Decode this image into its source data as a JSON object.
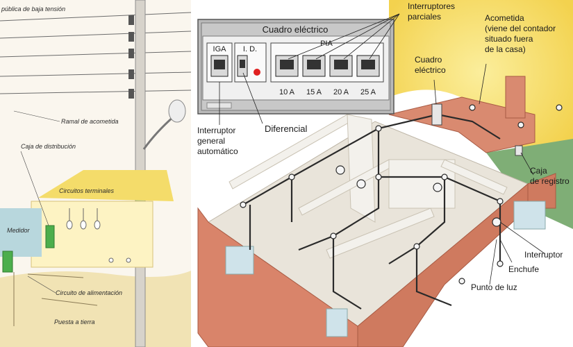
{
  "left_panel": {
    "label_top": "pública de baja tensión",
    "ramal": "Ramal de acometida",
    "caja_distribucion": "Caja de distribución",
    "circuitos": "Circuitos terminales",
    "medidor": "Medidor",
    "circuito_alimentacion": "Circuito de alimentación",
    "puesta_tierra": "Puesta a tierra"
  },
  "panel_box": {
    "title": "Cuadro eléctrico",
    "iga": "IGA",
    "id": "I. D.",
    "pia": "PIA",
    "amps": [
      "10 A",
      "15 A",
      "20 A",
      "25 A"
    ]
  },
  "callouts": {
    "interruptores_parciales": [
      "Interruptores",
      "parciales"
    ],
    "acometida": [
      "Acometida",
      "(viene del contador",
      "situado fuera",
      "de la casa)"
    ],
    "cuadro_electrico": [
      "Cuadro",
      "eléctrico"
    ],
    "interruptor_general": [
      "Interruptor",
      "general",
      "automático"
    ],
    "diferencial": "Diferencial",
    "caja_registro": [
      "Caja",
      "de registro"
    ],
    "interruptor": "Interruptor",
    "enchufe": "Enchufe",
    "punto_luz": "Punto de luz"
  },
  "colors": {
    "yellow_glow": "#f7e27a",
    "wall_brick": "#d9846a",
    "floor": "#e9e4da",
    "grass": "#7fae76",
    "panel_grey": "#b9b9b9"
  }
}
